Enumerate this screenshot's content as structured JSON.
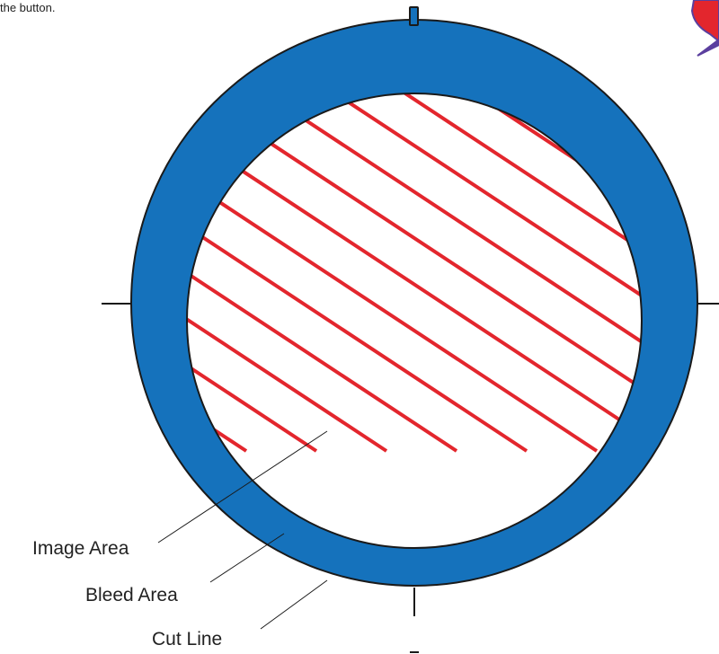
{
  "caption": "the button.",
  "labels": {
    "image_area": "Image Area",
    "bleed_area": "Bleed Area",
    "cut_line": "Cut Line"
  },
  "colors": {
    "bleed_ring": "#1572BC",
    "hatch": "#E3262D",
    "outline": "#1A1A1A",
    "image_fill": "#FFFFFF",
    "corner_graphic_red": "#E3262D",
    "corner_graphic_purple": "#5B3F9E"
  }
}
